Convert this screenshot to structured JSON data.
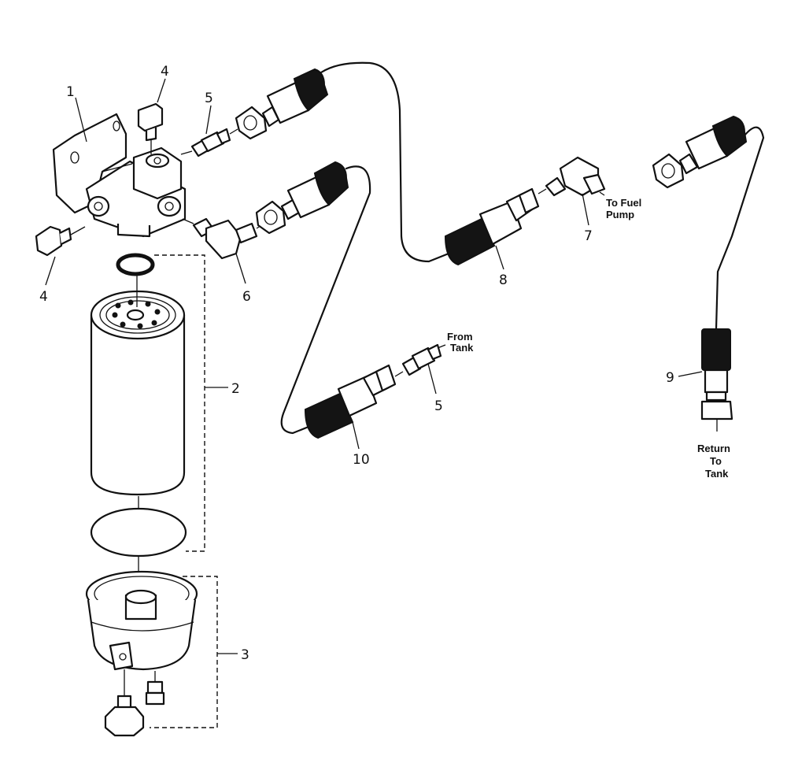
{
  "diagram": {
    "callouts": [
      "1",
      "2",
      "3",
      "4",
      "4",
      "5",
      "5",
      "6",
      "7",
      "8",
      "9",
      "10"
    ],
    "annotations": {
      "to_fuel_pump": [
        "To Fuel",
        "Pump"
      ],
      "from_tank": [
        "From",
        "Tank"
      ],
      "return_to_tank": [
        "Return",
        "To",
        "Tank"
      ]
    }
  }
}
